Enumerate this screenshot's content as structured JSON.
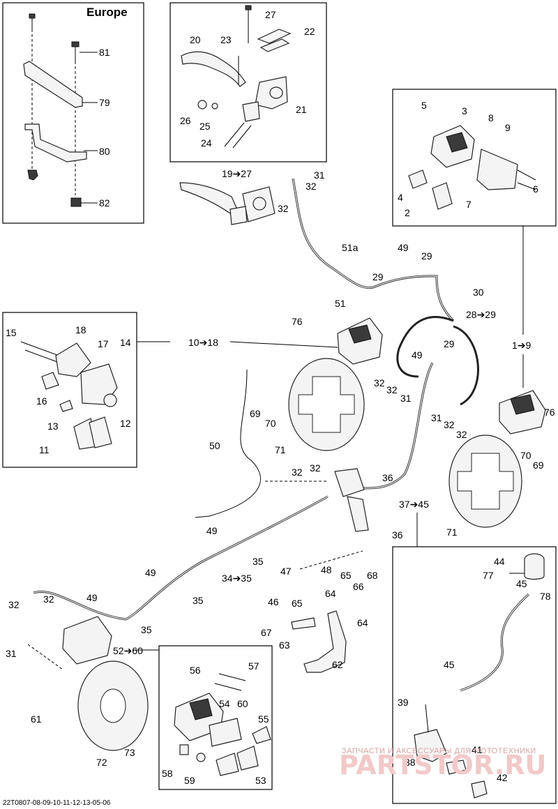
{
  "title": "Europe",
  "code": "22T0807-08-09-10-11-12-13-05-06",
  "watermark": {
    "caption": "ЗАПЧАСТИ И АКСЕССУАРЫ ДЛЯ МОТОТЕХНИКИ",
    "logo": "PARTSTOR.RU"
  },
  "labels": {
    "l1": "81",
    "l2": "79",
    "l3": "80",
    "l4": "82",
    "l5": "27",
    "l6": "22",
    "l7": "20",
    "l8": "23",
    "l9": "21",
    "l10": "26",
    "l11": "25",
    "l12": "24",
    "l13": "19➔27",
    "l14": "31",
    "l15": "32",
    "l16": "32",
    "l17": "5",
    "l18": "3",
    "l19": "8",
    "l20": "9",
    "l21": "4",
    "l22": "2",
    "l23": "7",
    "l24": "6",
    "l25": "51a",
    "l26": "49",
    "l27": "29",
    "l28": "29",
    "l29": "51",
    "l30": "30",
    "l31": "28➔29",
    "l32": "1➔9",
    "l33": "76",
    "l34": "10➔18",
    "l35": "15",
    "l36": "18",
    "l37": "17",
    "l38": "14",
    "l39": "16",
    "l40": "12",
    "l41": "13",
    "l42": "11",
    "l43": "49",
    "l44": "29",
    "l45": "32",
    "l46": "32",
    "l47": "31",
    "l48": "69",
    "l49": "70",
    "l50": "71",
    "l51": "31",
    "l52": "32",
    "l53": "32",
    "l54": "76",
    "l55": "70",
    "l56": "69",
    "l57": "71",
    "l58": "50",
    "l59": "32",
    "l60": "32",
    "l61": "36",
    "l62": "37➔45",
    "l63": "36",
    "l64": "49",
    "l65": "35",
    "l66": "49",
    "l67": "35",
    "l68": "34➔35",
    "l69": "49",
    "l70": "35",
    "l71": "47",
    "l72": "48",
    "l73": "64",
    "l74": "65",
    "l75": "68",
    "l76": "46",
    "l77": "65",
    "l78": "66",
    "l79": "64",
    "l80": "67",
    "l81": "63",
    "l82": "62",
    "l83": "32",
    "l84": "32",
    "l85": "31",
    "l86": "52➔60",
    "l87": "61",
    "l88": "72",
    "l89": "73",
    "l90": "57",
    "l91": "56",
    "l92": "54",
    "l93": "60",
    "l94": "55",
    "l95": "58",
    "l96": "59",
    "l97": "53",
    "l98": "44",
    "l99": "77",
    "l100": "78",
    "l101": "45",
    "l102": "45",
    "l103": "39",
    "l104": "38",
    "l105": "41",
    "l106": "42"
  }
}
